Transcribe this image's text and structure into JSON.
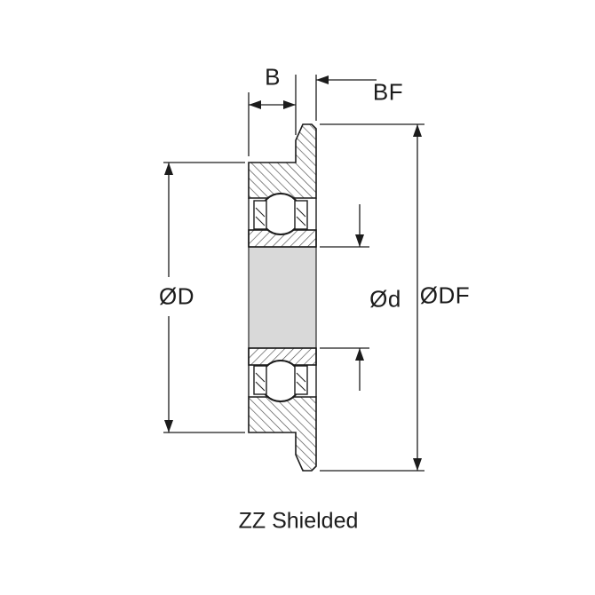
{
  "diagram": {
    "type": "flanged-ball-bearing-cross-section",
    "caption": "ZZ Shielded",
    "dimensions": {
      "width_label": "B",
      "flange_width_label": "BF",
      "outer_diameter_label": "ØD",
      "bore_diameter_label": "Ød",
      "flange_diameter_label": "ØDF"
    },
    "colors": {
      "line": "#1c1c1c",
      "hatch": "#4a4a4a",
      "bore_fill": "#d9d9d9",
      "background": "#ffffff"
    }
  }
}
